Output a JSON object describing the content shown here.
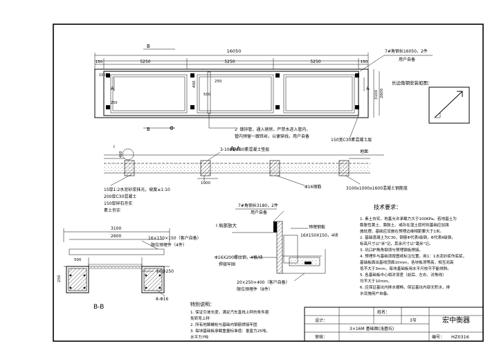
{
  "plan": {
    "total_width": "16050",
    "seg1": "5250",
    "seg2": "5250",
    "seg3": "5250",
    "edge_left": "150",
    "edge_right": "150",
    "dim_150": "150",
    "dim_400": "400",
    "dim_250": "250",
    "dim_500": "500",
    "dim_3100": "3100",
    "dim_2600": "2600",
    "dim_250b": "250",
    "section_b_left": "B",
    "section_b_right": "B",
    "section_a_left": "A",
    "section_a_right": "A",
    "angle_note": "7#角钢长16050，2件",
    "angle_note2": "用户自备",
    "pipe_note1": "2' 镀锌管，通入磅房，严禁水进入管内，",
    "pipe_note2": "管内预留一跟铁丝，以便穿线，用户自备",
    "concrete_note": "150宽C30素混凝土层",
    "edge_install_note": "长边角钢安装如图："
  },
  "section_aa": {
    "title": "A-A",
    "label_i": "I",
    "dim_460": "460",
    "note_top": "3-100厚C30素混凝土垫层",
    "ground": "地面",
    "dim_1000": "1000",
    "layer1": "15厚1:2水泥砂浆抹光，坡度≤1:10",
    "layer2": "200厚C30混凝土",
    "layer3": "150厚碎石夯实",
    "layer4": "素土夯实",
    "rebar_note": "Φ16钢筋",
    "pad_note": "3100x1000x1600混凝土钢筋笼"
  },
  "detail_i": {
    "angle_note": "7#角钢长3180，2件",
    "angle_note2": "用户自备",
    "title": "I 局部放大",
    "plate_note": "预埋钢板",
    "plate_spec": "16X150X150，4块",
    "rebar_note": "Φ16X200螺纹钢，4根/块",
    "weld_note": "焊接牢固",
    "plate2_spec": "20×250×400（客户自备）",
    "plate2_note": "限位预埋件（8件）"
  },
  "section_bb": {
    "dim_3100": "3100",
    "dim_2600": "2600",
    "plate_spec": "16×150×150（客户自备）",
    "plate_note": "限位预埋件（4件）",
    "dim_500": "500",
    "dim_250": "250",
    "pipe": "Φ6@250",
    "rebar": "8-Φ16",
    "title": "B-B"
  },
  "tech": {
    "title": "技术要求：",
    "lines": [
      "1. 素土夯实，地基允许承载力大于100KPa。若地基土为",
      "  膨胀性黄土、膨胀土、或存在湿土层时则基础应加强",
      "  施处理，基础应设施在预埋边缘相距要大于1米。",
      "2. 基础混凝土为C30，钢筋Φ代表Ⅰ级钢，Φ代表Ⅱ级钢，",
      "  标高尺寸以\"米\"记，其余尺寸以\"毫米\"记。",
      "3. 坑口护角角钢须与预埋钢板焊接。",
      "4. 预埋件与基础须按图纸标注位置，用1：1水泥砂浆作底浆，",
      "  基础板面出基线顶面10mm，各块板须等高，相互间高",
      "  低不大于3mm，每块基础板用水平尺校平不能倾斜。",
      "5. 各基础板中心相对误差（前后、左右、对角线）",
      "  均不大于10mm。",
      "6. 应保证基坑内排水顺畅，保证基坑内部无积水，排",
      "  水设施用户自备。"
    ]
  },
  "special": {
    "title": "特别说明：",
    "lines": [
      "1. 保证引坡长度，满足汽车直线上秤的条件避",
      "  免转弯上秤",
      "2. 所有地脚螺栓与基础内钢筋焊接牢固",
      "3. 每块基础板承载重量标准值：垂直力25吨，",
      "  水平力7吨"
    ]
  },
  "title_block": {
    "name_label": "姓名：",
    "company": "宏中衡器",
    "design_label": "设计：",
    "check_label": "审核：",
    "scale": "3节",
    "drawing_name": "3×16M 基础图(浅基坑)",
    "drawing_no_label": "编号：",
    "drawing_no": "HZ0316"
  }
}
